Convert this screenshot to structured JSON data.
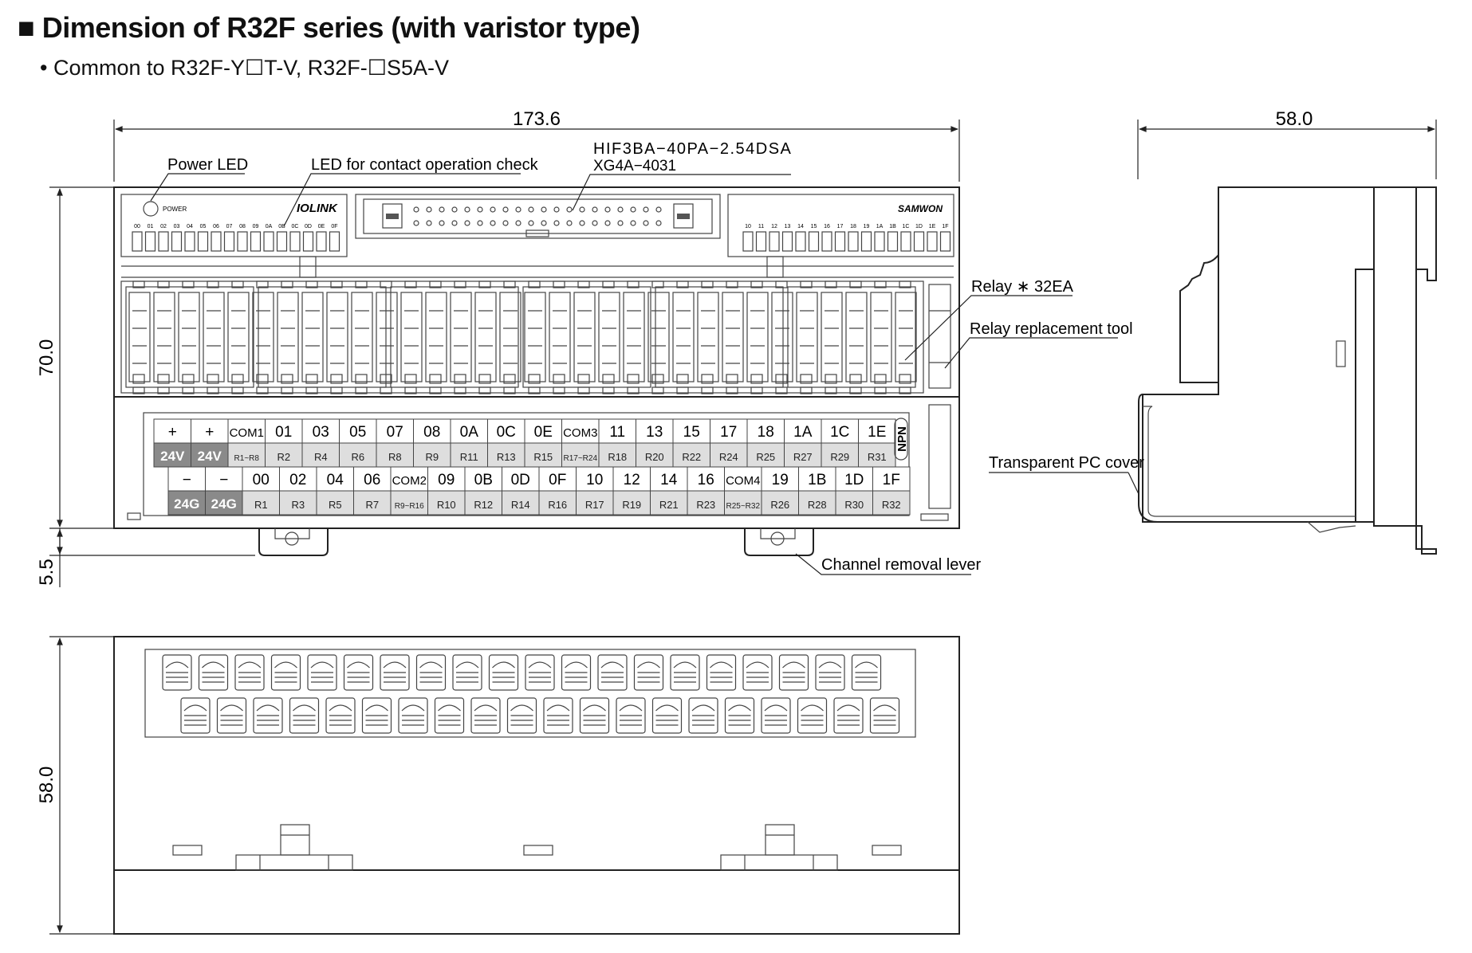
{
  "title": "■ Dimension of R32F series (with varistor type)",
  "subtitle": "• Common to R32F-Y☐T-V, R32F-☐S5A-V",
  "dimensions": {
    "width_total": "173.6",
    "height_total": "70.0",
    "rail_offset": "5.5",
    "side_depth": "58.0",
    "bottom_depth": "58.0"
  },
  "callouts": {
    "power_led": "Power LED",
    "led_check": "LED for contact operation check",
    "connector_line1": "HIF3BA−40PA−2.54DSA",
    "connector_line2": "XG4A−4031",
    "relay_count": "Relay ∗ 32EA",
    "relay_tool": "Relay replacement tool",
    "pc_cover": "Transparent PC cover",
    "removal_lever": "Channel removal lever"
  },
  "panel": {
    "power_label": "POWER",
    "brand_io": "IOLINK",
    "brand_samwon": "SAMWON",
    "npn": "NPN",
    "led_labels_left": [
      "00",
      "01",
      "02",
      "03",
      "04",
      "05",
      "06",
      "07",
      "08",
      "09",
      "0A",
      "0B",
      "0C",
      "0D",
      "0E",
      "0F"
    ],
    "led_labels_right": [
      "10",
      "11",
      "12",
      "13",
      "14",
      "15",
      "16",
      "17",
      "18",
      "19",
      "1A",
      "1B",
      "1C",
      "1D",
      "1E",
      "1F"
    ]
  },
  "terminals": {
    "top_row": [
      {
        "t": "+",
        "b": "24V",
        "dark": true
      },
      {
        "t": "+",
        "b": "24V",
        "dark": true
      },
      {
        "t": "COM1",
        "b": "R1~R8"
      },
      {
        "t": "01",
        "b": "R2"
      },
      {
        "t": "03",
        "b": "R4"
      },
      {
        "t": "05",
        "b": "R6"
      },
      {
        "t": "07",
        "b": "R8"
      },
      {
        "t": "08",
        "b": "R9"
      },
      {
        "t": "0A",
        "b": "R11"
      },
      {
        "t": "0C",
        "b": "R13"
      },
      {
        "t": "0E",
        "b": "R15"
      },
      {
        "t": "COM3",
        "b": "R17~R24"
      },
      {
        "t": "11",
        "b": "R18"
      },
      {
        "t": "13",
        "b": "R20"
      },
      {
        "t": "15",
        "b": "R22"
      },
      {
        "t": "17",
        "b": "R24"
      },
      {
        "t": "18",
        "b": "R25"
      },
      {
        "t": "1A",
        "b": "R27"
      },
      {
        "t": "1C",
        "b": "R29"
      },
      {
        "t": "1E",
        "b": "R31"
      }
    ],
    "bottom_row": [
      {
        "t": "−",
        "b": "24G",
        "dark": true
      },
      {
        "t": "−",
        "b": "24G",
        "dark": true
      },
      {
        "t": "00",
        "b": "R1"
      },
      {
        "t": "02",
        "b": "R3"
      },
      {
        "t": "04",
        "b": "R5"
      },
      {
        "t": "06",
        "b": "R7"
      },
      {
        "t": "COM2",
        "b": "R9~R16"
      },
      {
        "t": "09",
        "b": "R10"
      },
      {
        "t": "0B",
        "b": "R12"
      },
      {
        "t": "0D",
        "b": "R14"
      },
      {
        "t": "0F",
        "b": "R16"
      },
      {
        "t": "10",
        "b": "R17"
      },
      {
        "t": "12",
        "b": "R19"
      },
      {
        "t": "14",
        "b": "R21"
      },
      {
        "t": "16",
        "b": "R23"
      },
      {
        "t": "COM4",
        "b": "R25~R32"
      },
      {
        "t": "19",
        "b": "R26"
      },
      {
        "t": "1B",
        "b": "R28"
      },
      {
        "t": "1D",
        "b": "R30"
      },
      {
        "t": "1F",
        "b": "R32"
      }
    ]
  }
}
